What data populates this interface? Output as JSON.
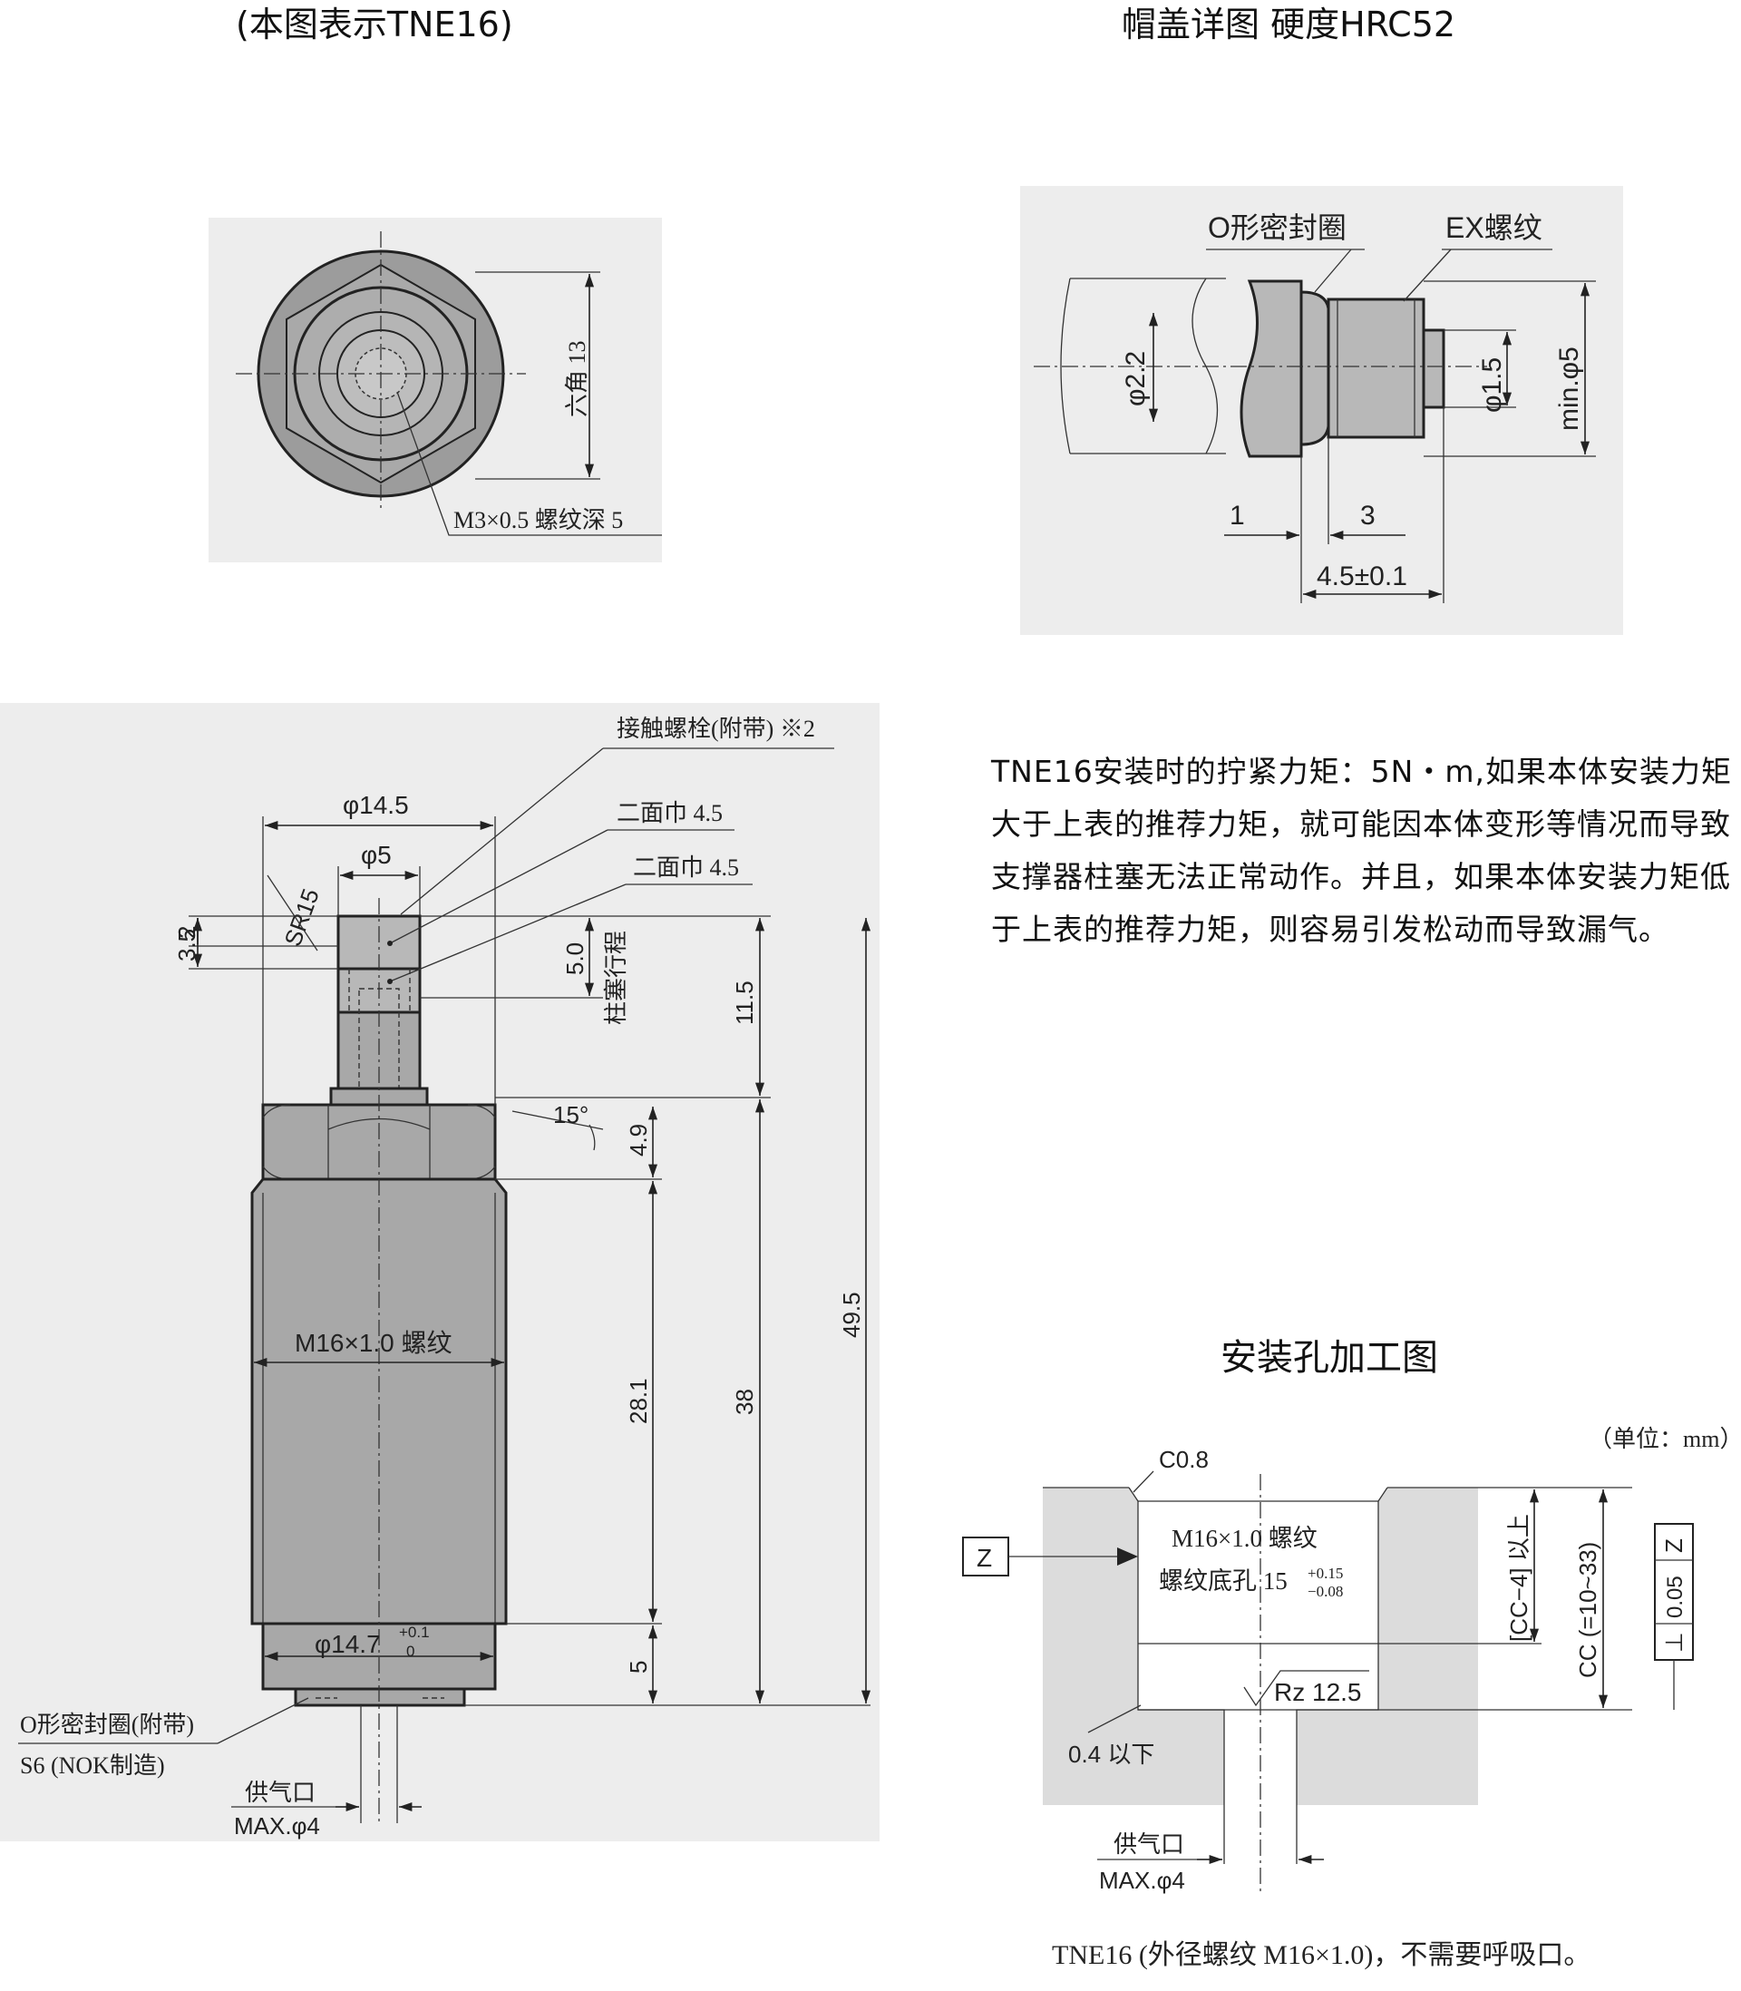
{
  "headers": {
    "left": "(本图表示TNE16)",
    "right": "帽盖详图  硬度HRC52"
  },
  "top_view": {
    "hex_label": "六角 13",
    "thread_note": "M3×0.5 螺纹深 5"
  },
  "cap_detail": {
    "oring_label": "O形密封圈",
    "ex_thread_label": "EX螺纹",
    "dia_2_2": "φ2.2",
    "dia_1_5": "φ1.5",
    "min_dia_5": "min.φ5",
    "dim_1": "1",
    "dim_3": "3",
    "dim_4_5": "4.5±0.1"
  },
  "side_view": {
    "contact_bolt": "接触螺栓(附带) ※2",
    "wrench_flat_1": "二面巾 4.5",
    "wrench_flat_2": "二面巾 4.5",
    "dia_14_5": "φ14.5",
    "dia_5": "φ5",
    "sr15": "SR15",
    "dim_3_5": "3.5",
    "dim_2": "2",
    "stroke": "5.0",
    "stroke_label": "柱塞行程",
    "dim_11_5": "11.5",
    "angle_15": "15°",
    "dim_4_9": "4.9",
    "dim_49_5": "49.5",
    "thread_m16": "M16×1.0 螺纹",
    "dim_28_1": "28.1",
    "dim_38": "38",
    "dia_14_7": "φ14.7",
    "tol_14_7_upper": "+0.1",
    "tol_14_7_lower": "0",
    "dim_5": "5",
    "oring_attached": "O形密封圈(附带)",
    "oring_spec": "S6 (NOK制造)",
    "air_port": "供气口",
    "air_port_max": "MAX.φ4"
  },
  "note_text": "TNE16安装时的拧紧力矩：5N・m,如果本体安装力矩大于上表的推荐力矩，就可能因本体变形等情况而导致支撑器柱塞无法正常动作。并且，如果本体安装力矩低于上表的推荐力矩，则容易引发松动而导致漏气。",
  "mount_hole": {
    "title": "安装孔加工图",
    "unit": "（单位：mm）",
    "chamfer": "C0.8",
    "thread": "M16×1.0 螺纹",
    "pilot_hole": "螺纹底孔 15",
    "tol_upper": "+0.15",
    "tol_lower": "−0.08",
    "datum": "Z",
    "depth_min": "[CC−4] 以上",
    "depth_cc": "CC (=10~33)",
    "perp_sym": "⊥",
    "perp_tol": "0.05",
    "perp_datum": "Z",
    "roughness": "Rz 12.5",
    "corner": "0.4 以下",
    "air_port": "供气口",
    "air_port_max": "MAX.φ4"
  },
  "footer_note": "TNE16 (外径螺纹 M16×1.0)，不需要呼吸口。"
}
